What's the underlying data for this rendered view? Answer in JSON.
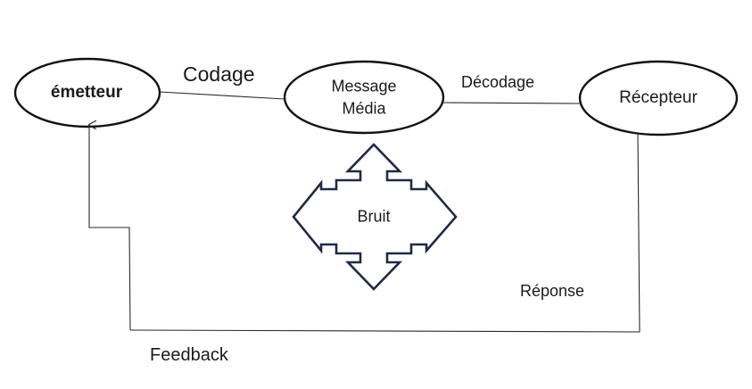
{
  "nodes": {
    "emitter": "émetteur",
    "message_line1": "Message",
    "message_line2": "Média",
    "receiver": "Récepteur",
    "noise": "Bruit"
  },
  "edges": {
    "encoding": "Codage",
    "decoding": "Décodage",
    "response": "Réponse",
    "feedback": "Feedback"
  }
}
